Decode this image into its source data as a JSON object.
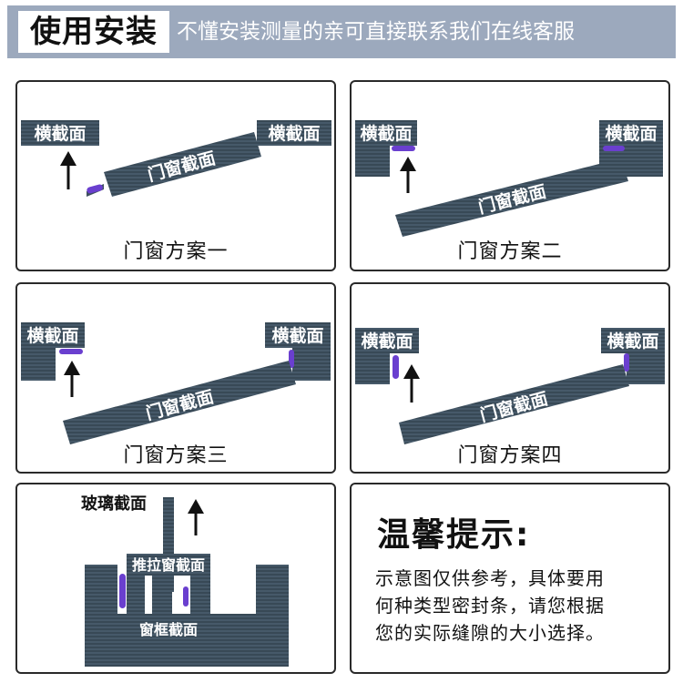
{
  "header": {
    "title": "使用安装",
    "subtitle": "不懂安装测量的亲可直接联系我们在线客服"
  },
  "colors": {
    "header_bg": "#9ca9bd",
    "profile": "#3d4f5e",
    "seal": "#6a3fcf"
  },
  "labels": {
    "cross_section": "横截面",
    "door_window_section": "门窗截面",
    "glass_section": "玻璃截面",
    "sliding_window_section": "推拉窗截面",
    "window_frame_section": "窗框截面"
  },
  "schemes": [
    {
      "caption": "门窗方案一"
    },
    {
      "caption": "门窗方案二"
    },
    {
      "caption": "门窗方案三"
    },
    {
      "caption": "门窗方案四"
    }
  ],
  "tip": {
    "title": "温馨提示:",
    "lines": [
      "示意图仅供参考，具体要用",
      "何种类型密封条，请您根据",
      "您的实际缝隙的大小选择。"
    ]
  }
}
